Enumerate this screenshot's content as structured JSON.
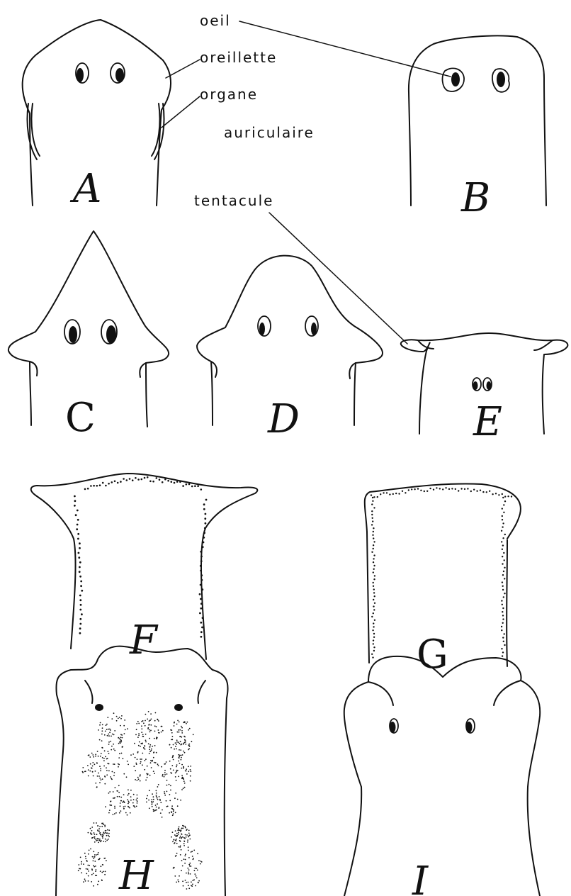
{
  "labels": {
    "oeil": "oeil",
    "oreillette": "oreillette",
    "organe": "organe",
    "auriculaire": "auriculaire",
    "tentacule": "tentacule"
  },
  "figures": {
    "A": "A",
    "B": "B",
    "C": "C",
    "D": "D",
    "E": "E",
    "F": "F",
    "G": "G",
    "H": "H",
    "I": "I"
  }
}
